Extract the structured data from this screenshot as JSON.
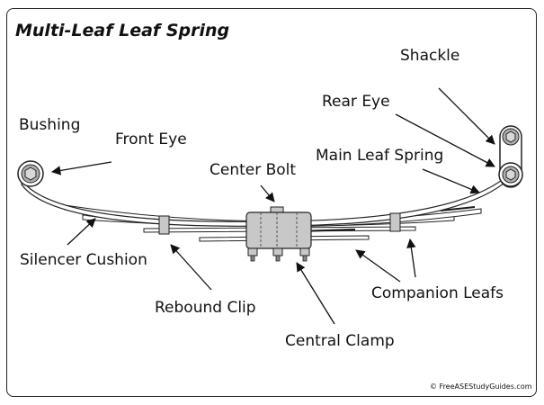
{
  "title": "Multi-Leaf Leaf Spring",
  "labels": {
    "shackle": "Shackle",
    "rear_eye": "Rear Eye",
    "bushing": "Bushing",
    "front_eye": "Front Eye",
    "main_leaf_spring": "Main Leaf Spring",
    "center_bolt": "Center Bolt",
    "silencer_cushion": "Silencer Cushion",
    "rebound_clip": "Rebound Clip",
    "companion_leafs": "Companion Leafs",
    "central_clamp": "Central Clamp"
  },
  "copyright": "© FreeASEStudyGuides.com",
  "colors": {
    "outline": "#222222",
    "leaf_fill": "#ffffff",
    "clamp_fill": "#c8c8c8",
    "eye_fill": "#b0b0b0",
    "silencer": "#1a1a1a"
  }
}
